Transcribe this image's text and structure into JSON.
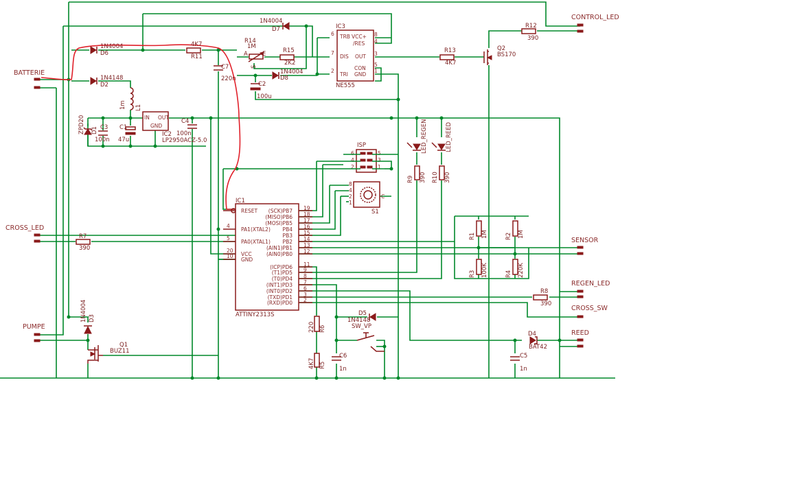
{
  "labels": {
    "control_led": "CONTROL_LED",
    "batterie": "BATTERIE",
    "cross_led": "CROSS_LED",
    "sensor": "SENSOR",
    "regen_led": "REGEN_LED",
    "cross_sw": "CROSS_SW",
    "reed": "REED",
    "pumpe": "PUMPE"
  },
  "components": {
    "d7": {
      "part": "1N4004",
      "name": "D7"
    },
    "d6": {
      "part": "1N4004",
      "name": "D6"
    },
    "d2": {
      "part": "1N4148",
      "name": "D2"
    },
    "d8": {
      "part": "1N4004",
      "name": "D8"
    },
    "d1": {
      "part": "ZPD20",
      "name": "D1"
    },
    "d3": {
      "part": "1N4004",
      "name": "D3"
    },
    "d5": {
      "part": "1N4148",
      "name": "D5"
    },
    "d4": {
      "part": "BAT42",
      "name": "D4"
    },
    "r11": {
      "value": "4K7",
      "name": "R11"
    },
    "r14": {
      "value": "1M",
      "name": "R14",
      "pin_a": "A",
      "pin_e": "E",
      "pin_s": "S"
    },
    "r15": {
      "value": "2K2",
      "name": "R15"
    },
    "r13": {
      "value": "4K7",
      "name": "R13"
    },
    "r12": {
      "value": "390",
      "name": "R12"
    },
    "r7": {
      "value": "390",
      "name": "R7"
    },
    "r8": {
      "value": "390",
      "name": "R8"
    },
    "r9": {
      "value": "390",
      "name": "R9"
    },
    "r10": {
      "value": "390",
      "name": "R10"
    },
    "r1": {
      "value": "1M",
      "name": "R1"
    },
    "r2": {
      "value": "1M",
      "name": "R2"
    },
    "r3": {
      "value": "100K",
      "name": "R3"
    },
    "r4": {
      "value": "220K",
      "name": "R4"
    },
    "r5": {
      "value": "4K7",
      "name": "R5"
    },
    "r6": {
      "value": "220",
      "name": "R6"
    },
    "c7": {
      "value": "220n",
      "name": "C7"
    },
    "c2": {
      "value": "100u",
      "name": "C2"
    },
    "c3": {
      "value": "100n",
      "name": "C3"
    },
    "c1": {
      "value": "47u",
      "name": "C1"
    },
    "c4": {
      "value": "100n",
      "name": "C4"
    },
    "c5": {
      "value": "1n",
      "name": "C5"
    },
    "c6": {
      "value": "1n",
      "name": "C6"
    },
    "l1": {
      "value": "1m",
      "name": "L1"
    },
    "q1": {
      "part": "BUZ11",
      "name": "Q1"
    },
    "q2": {
      "part": "BS170",
      "name": "Q2"
    },
    "ic2": {
      "part": "LP2950ACZ-5.0",
      "name": "IC2",
      "pin_in": "IN",
      "pin_out": "OUT",
      "pin_gnd": "GND"
    },
    "ic3": {
      "part": "NE555",
      "name": "IC3"
    },
    "ic1": {
      "part": "ATTINY2313S",
      "name": "IC1"
    },
    "isp": {
      "name": "ISP"
    },
    "s1": {
      "name": "S1"
    },
    "sw_vp": {
      "name": "SW_VP"
    },
    "led_regen": {
      "name": "LED_REGEN"
    },
    "led_reed": {
      "name": "LED_REED"
    }
  },
  "ic3_pins": {
    "left": [
      {
        "num": "6",
        "name": "TRB"
      },
      {
        "num": "7",
        "name": "DIS"
      },
      {
        "num": "2",
        "name": "TRI"
      }
    ],
    "right": [
      {
        "num": "8",
        "name": "VCC+"
      },
      {
        "num": "4",
        "name": "/RES"
      },
      {
        "num": "3",
        "name": "OUT"
      },
      {
        "num": "5",
        "name": "CON"
      },
      {
        "num": "1",
        "name": "GND"
      }
    ]
  },
  "ic1_pins": {
    "left": [
      {
        "num": "",
        "name": "RESET"
      },
      {
        "num": "4",
        "name": "PA1(XTAL2)"
      },
      {
        "num": "5",
        "name": "PA0(XTAL1)"
      },
      {
        "num": "20",
        "name": "VCC"
      },
      {
        "num": "10",
        "name": "GND"
      }
    ],
    "right": [
      {
        "num": "19",
        "name": "(SCK)PB7"
      },
      {
        "num": "18",
        "name": "(MISO)PB6"
      },
      {
        "num": "17",
        "name": "(MOSI)PB5"
      },
      {
        "num": "16",
        "name": "PB4"
      },
      {
        "num": "15",
        "name": "PB3"
      },
      {
        "num": "14",
        "name": "PB2"
      },
      {
        "num": "13",
        "name": "(AIN1)PB1"
      },
      {
        "num": "12",
        "name": "(AIN0)PB0"
      },
      {
        "num": "11",
        "name": "(ICP)PD6"
      },
      {
        "num": "9",
        "name": "(T1)PD5"
      },
      {
        "num": "8",
        "name": "(T0)PD4"
      },
      {
        "num": "7",
        "name": "(INT1)PD3"
      },
      {
        "num": "6",
        "name": "(INT0)PD2"
      },
      {
        "num": "3",
        "name": "(TXD)PD1"
      },
      {
        "num": "2",
        "name": "(RXD)PD0"
      }
    ]
  },
  "isp_pins": {
    "left": [
      "6",
      "4",
      "2"
    ],
    "right": [
      "5",
      "3",
      "1"
    ]
  },
  "s1_pins": [
    "8",
    "4",
    "2",
    "1",
    "C"
  ],
  "colors": {
    "wire": "#00882a",
    "component": "#8a1a1a",
    "highlight": "#e0202a",
    "background": "#ffffff"
  }
}
